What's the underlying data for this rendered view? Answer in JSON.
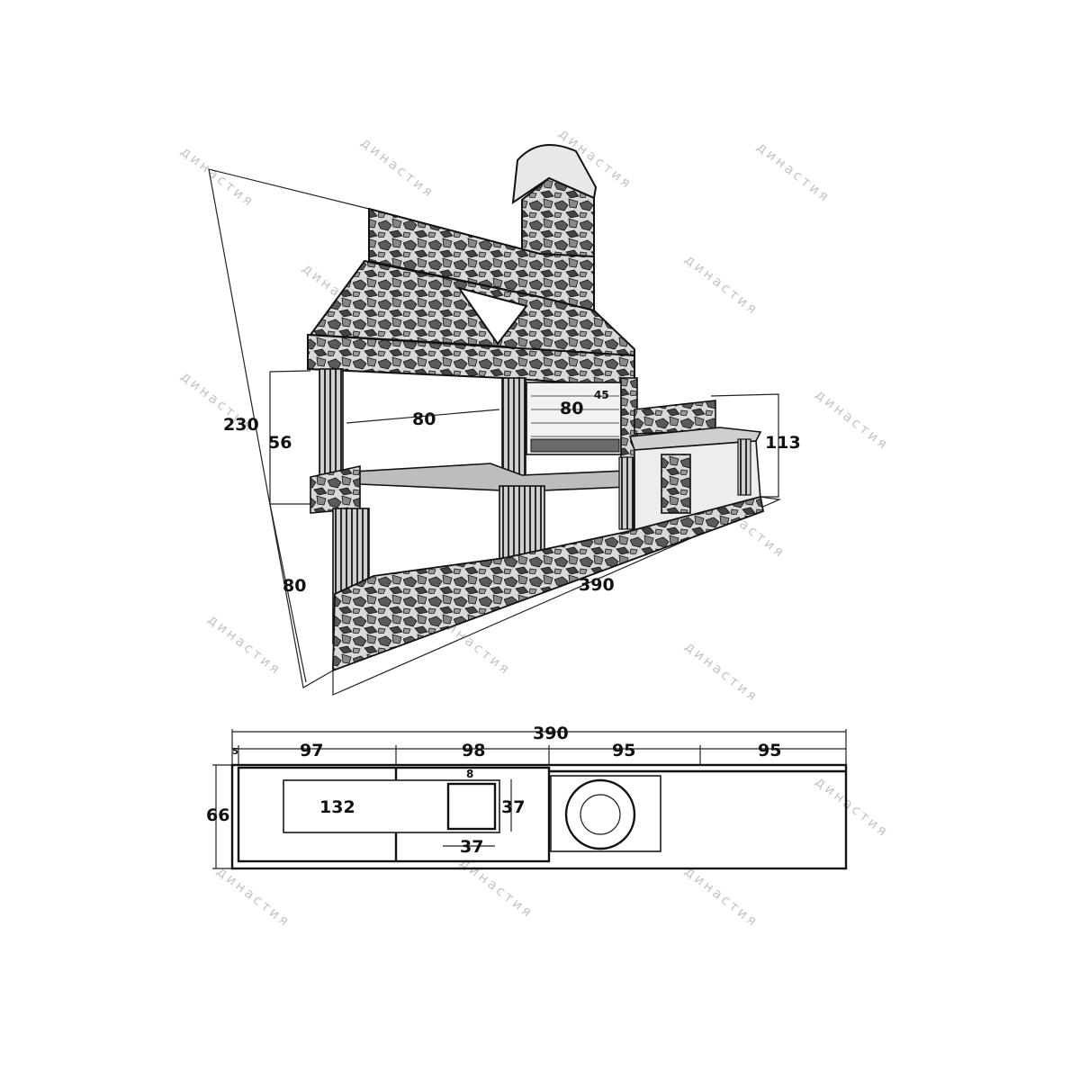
{
  "watermark": "династия",
  "iso_view": {
    "height_total": "230",
    "upper_opening_height": "56",
    "lower_height": "80",
    "opening_width": "80",
    "grill_width": "80",
    "grill_depth": "45",
    "counter_height": "113",
    "total_length": "390"
  },
  "plan_view": {
    "total_length": "390",
    "edge_gap": "5",
    "seg1": "97",
    "seg2": "98",
    "seg3": "95",
    "seg4": "95",
    "depth": "66",
    "firebox_width": "132",
    "small_gap": "8",
    "square_height": "37",
    "square_width": "37"
  }
}
